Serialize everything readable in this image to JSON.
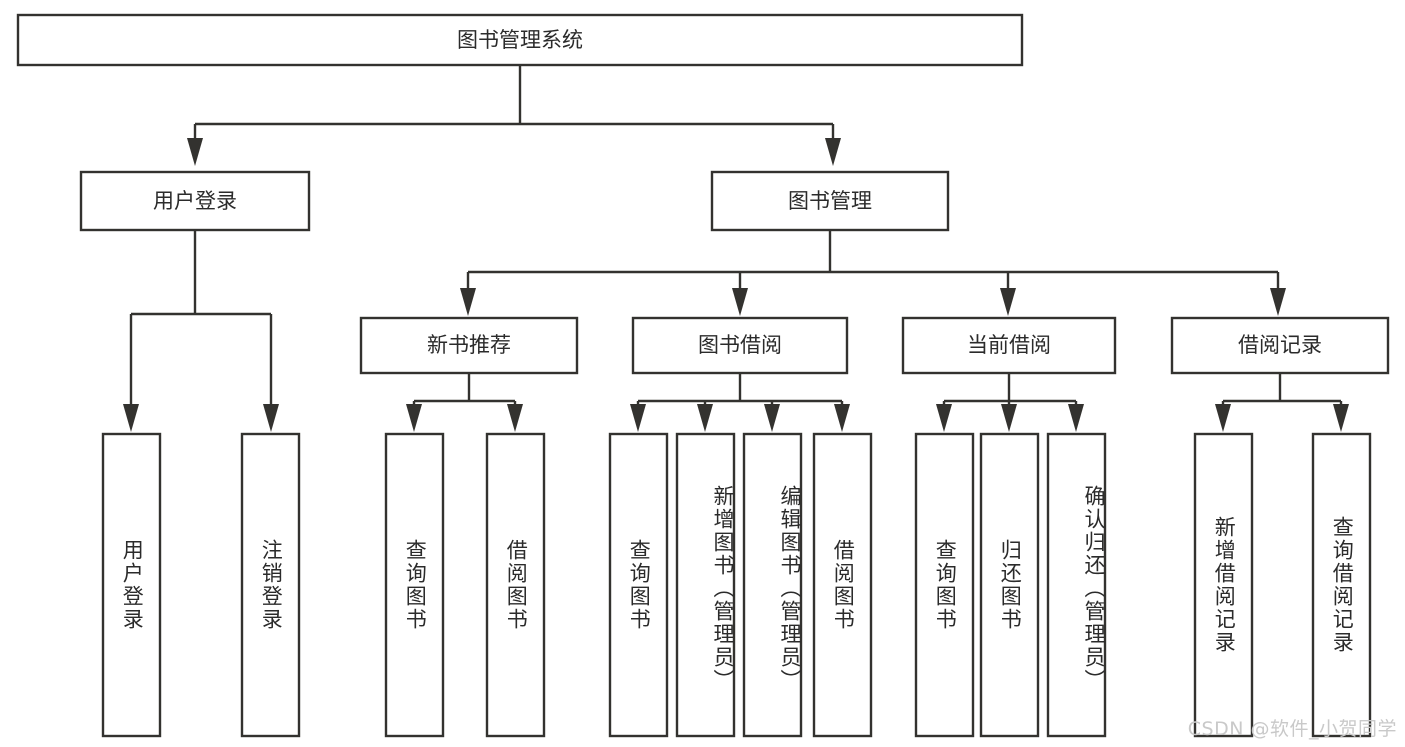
{
  "diagram": {
    "type": "tree",
    "title": "图书管理系统",
    "watermark": "CSDN @软件_小贺同学",
    "colors": {
      "box_stroke": "#33322f",
      "box_fill": "#ffffff",
      "text": "#2b2b2b",
      "background": "#ffffff",
      "watermark": "#c9c9c9"
    },
    "root": {
      "label": "图书管理系统",
      "children": [
        {
          "label": "用户登录",
          "children": [
            {
              "label": "用户登录"
            },
            {
              "label": "注销登录"
            }
          ]
        },
        {
          "label": "图书管理",
          "children": [
            {
              "label": "新书推荐",
              "children": [
                {
                  "label": "查询图书"
                },
                {
                  "label": "借阅图书"
                }
              ]
            },
            {
              "label": "图书借阅",
              "children": [
                {
                  "label": "查询图书"
                },
                {
                  "label": "新增图书（管理员）"
                },
                {
                  "label": "编辑图书（管理员）"
                },
                {
                  "label": "借阅图书"
                }
              ]
            },
            {
              "label": "当前借阅",
              "children": [
                {
                  "label": "查询图书"
                },
                {
                  "label": "归还图书"
                },
                {
                  "label": "确认归还（管理员）"
                }
              ]
            },
            {
              "label": "借阅记录",
              "children": [
                {
                  "label": "新增借阅记录"
                },
                {
                  "label": "查询借阅记录"
                }
              ]
            }
          ]
        }
      ]
    },
    "nodes": {
      "root": {
        "label": "图书管理系统"
      },
      "l1": [
        {
          "label": "用户登录"
        },
        {
          "label": "图书管理"
        }
      ],
      "l2": [
        {
          "label": "新书推荐"
        },
        {
          "label": "图书借阅"
        },
        {
          "label": "当前借阅"
        },
        {
          "label": "借阅记录"
        }
      ],
      "leaves": [
        {
          "label": "用户登录",
          "align": "center"
        },
        {
          "label": "注销登录",
          "align": "center"
        },
        {
          "label": "查询图书",
          "align": "center"
        },
        {
          "label": "借阅图书",
          "align": "center"
        },
        {
          "label": "查询图书",
          "align": "center"
        },
        {
          "label": "新增图书（管理员）",
          "align": "top"
        },
        {
          "label": "编辑图书（管理员）",
          "align": "top"
        },
        {
          "label": "借阅图书",
          "align": "center"
        },
        {
          "label": "查询图书",
          "align": "center"
        },
        {
          "label": "归还图书",
          "align": "center"
        },
        {
          "label": "确认归还（管理员）",
          "align": "top"
        },
        {
          "label": "新增借阅记录",
          "align": "center"
        },
        {
          "label": "查询借阅记录",
          "align": "center"
        }
      ]
    }
  }
}
